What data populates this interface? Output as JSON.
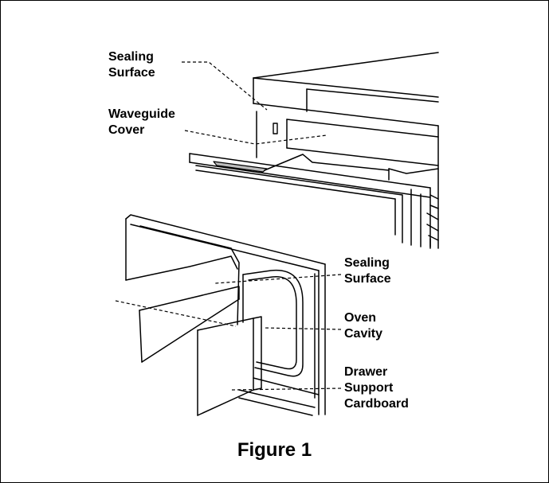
{
  "labels": {
    "top_sealing_surface": "Sealing\nSurface",
    "waveguide_cover": "Waveguide\nCover",
    "right_sealing_surface": "Sealing\nSurface",
    "oven_cavity": "Oven\nCavity",
    "drawer_support_cardboard": "Drawer\nSupport\nCardboard"
  },
  "caption": "Figure 1"
}
